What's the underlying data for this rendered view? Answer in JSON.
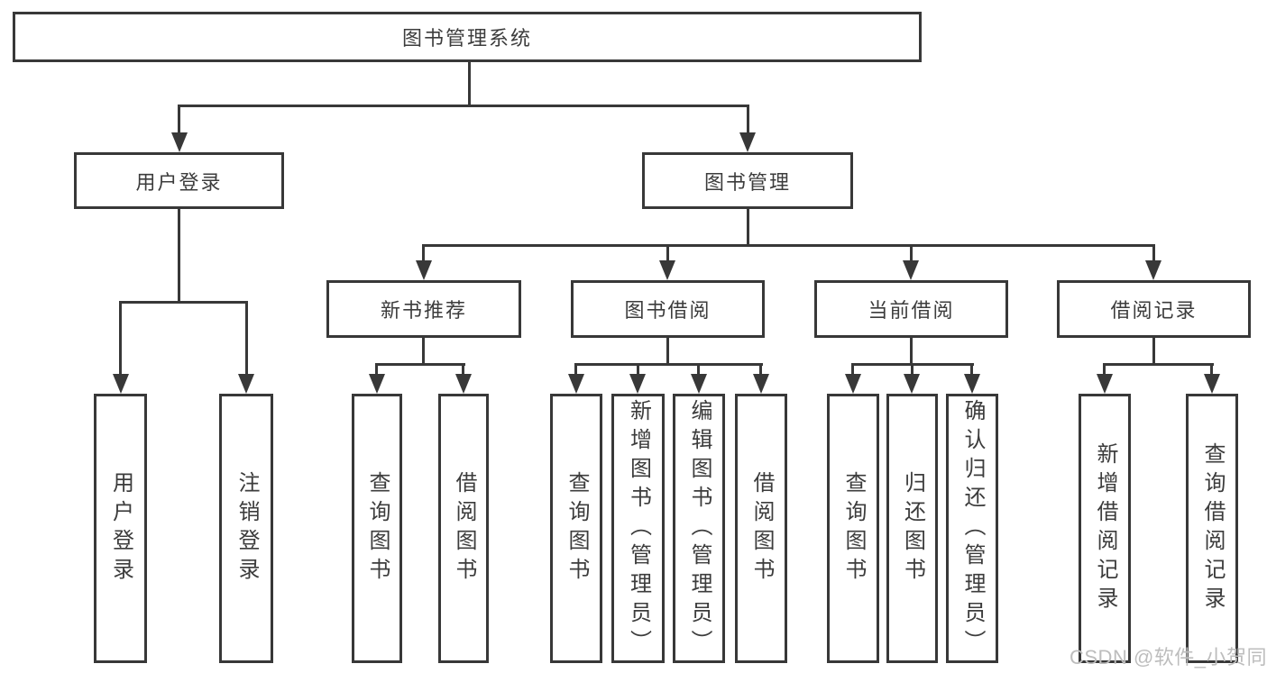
{
  "tree": {
    "label": "图书管理系统",
    "children": [
      {
        "label": "用户登录",
        "children": [
          {
            "label": "用户登录"
          },
          {
            "label": "注销登录"
          }
        ]
      },
      {
        "label": "图书管理",
        "children": [
          {
            "label": "新书推荐",
            "children": [
              {
                "label": "查询图书"
              },
              {
                "label": "借阅图书"
              }
            ]
          },
          {
            "label": "图书借阅",
            "children": [
              {
                "label": "查询图书"
              },
              {
                "label": "新增图书（管理员）"
              },
              {
                "label": "编辑图书（管理员）"
              },
              {
                "label": "借阅图书"
              }
            ]
          },
          {
            "label": "当前借阅",
            "children": [
              {
                "label": "查询图书"
              },
              {
                "label": "归还图书"
              },
              {
                "label": "确认归还（管理员）"
              }
            ]
          },
          {
            "label": "借阅记录",
            "children": [
              {
                "label": "新增借阅记录"
              },
              {
                "label": "查询借阅记录"
              }
            ]
          }
        ]
      }
    ]
  },
  "watermark": {
    "text": "CSDN @软件_小贺同学"
  },
  "colors": {
    "line": "#383838",
    "text": "#3c3c3c",
    "background": "#ffffff",
    "watermark": "#bdbdbd"
  }
}
